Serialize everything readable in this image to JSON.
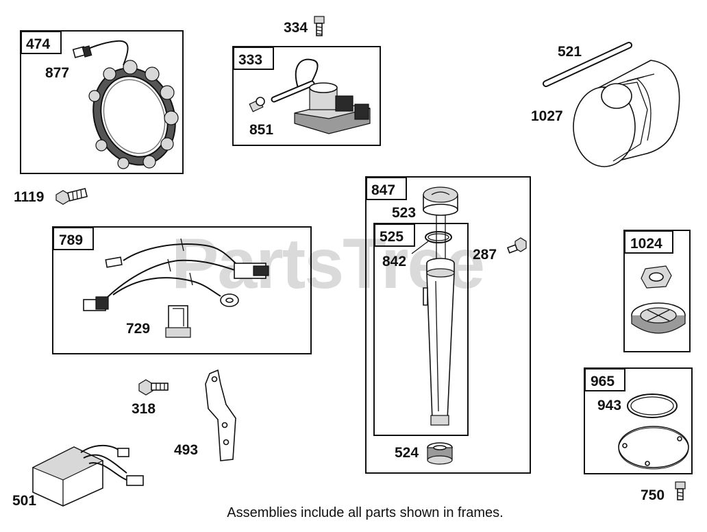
{
  "watermark": "PartsTree",
  "caption": "Assemblies include all parts shown in frames.",
  "frames": {
    "f474": "474",
    "f333": "333",
    "f789": "789",
    "f847": "847",
    "f525": "525",
    "f1024": "1024",
    "f965": "965"
  },
  "parts": {
    "p877": "877",
    "p1119": "1119",
    "p334": "334",
    "p851": "851",
    "p521": "521",
    "p1027": "1027",
    "p523": "523",
    "p842": "842",
    "p287": "287",
    "p729": "729",
    "p318": "318",
    "p493": "493",
    "p501": "501",
    "p524": "524",
    "p943": "943",
    "p750": "750"
  }
}
